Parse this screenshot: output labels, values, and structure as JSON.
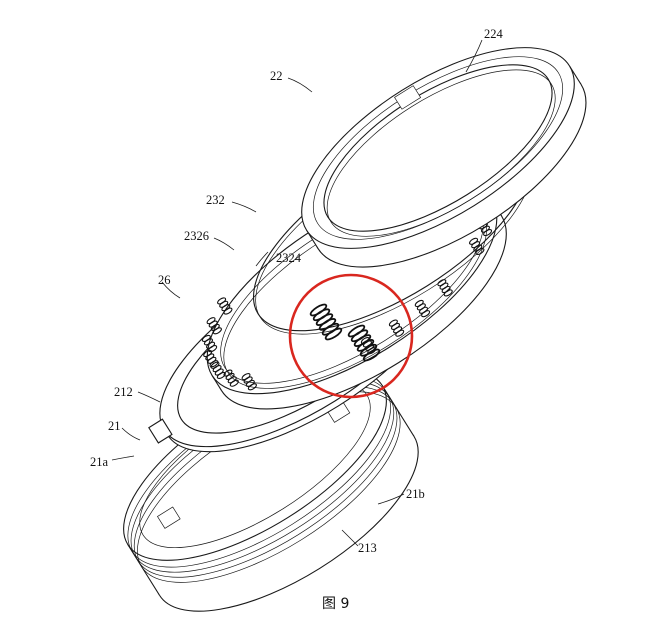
{
  "figure": {
    "caption": "图 9",
    "labels": {
      "l224": "224",
      "l22": "22",
      "l232": "232",
      "l2326": "2326",
      "l2324": "2324",
      "l26": "26",
      "l212": "212",
      "l21": "21",
      "l21a": "21a",
      "l21b": "21b",
      "l213": "213"
    },
    "highlight_color": "#d9271f"
  }
}
